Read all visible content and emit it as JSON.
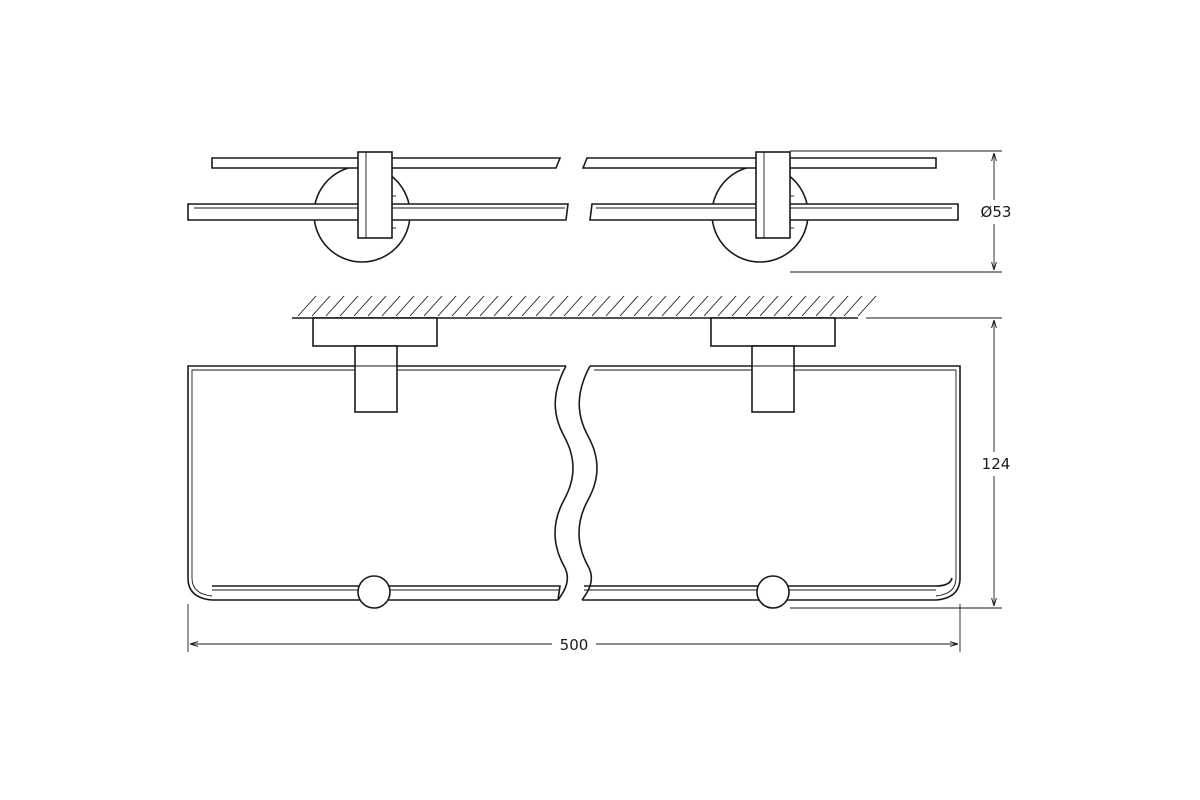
{
  "dimensions": {
    "diameter": "Ø53",
    "height": "124",
    "length": "500"
  }
}
